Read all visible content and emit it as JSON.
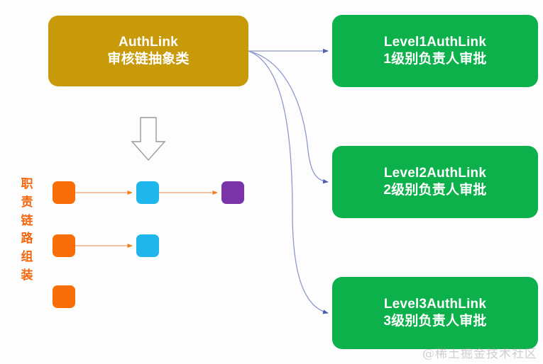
{
  "diagram": {
    "title_node": {
      "name": "AuthLink",
      "line1": "AuthLink",
      "line2": "审核链抽象类",
      "color": "#c89a0a"
    },
    "levels": [
      {
        "line1": "Level1AuthLink",
        "line2": "1级别负责人审批",
        "color": "#0db14b"
      },
      {
        "line1": "Level2AuthLink",
        "line2": "2级别负责人审批",
        "color": "#0db14b"
      },
      {
        "line1": "Level3AuthLink",
        "line2": "3级别负责人审批",
        "color": "#0db14b"
      }
    ],
    "assembly_label": {
      "text": "职责链路组装",
      "chars": [
        "职",
        "责",
        "链",
        "路",
        "组",
        "装"
      ],
      "color": "#f4670c"
    },
    "chain_rows": [
      {
        "chips": [
          {
            "shape": "rounded-square",
            "color": "#fa6e0a"
          },
          {
            "shape": "rounded-square",
            "color": "#1fb6ec"
          },
          {
            "shape": "rounded-square",
            "color": "#7b33a8"
          }
        ],
        "arrows": 2
      },
      {
        "chips": [
          {
            "shape": "rounded-square",
            "color": "#fa6e0a"
          },
          {
            "shape": "rounded-square",
            "color": "#1fb6ec"
          }
        ],
        "arrows": 1
      },
      {
        "chips": [
          {
            "shape": "rounded-square",
            "color": "#fa6e0a"
          }
        ],
        "arrows": 0
      }
    ],
    "down_arrow": {
      "name": "down-block-arrow",
      "stroke": "#9a9a9a",
      "fill": "none"
    },
    "connector_color": "#6b78bd",
    "chain_arrow_color": "#f08a4b",
    "watermark": "@稀土掘金技术社区"
  }
}
